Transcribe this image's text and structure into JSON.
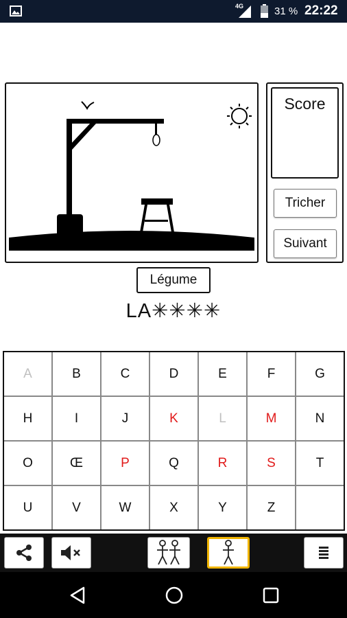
{
  "status_bar": {
    "network": "4G",
    "battery": "31 %",
    "time": "22:22",
    "icons": [
      "image-notification-icon",
      "signal-icon",
      "battery-icon"
    ]
  },
  "game": {
    "score_label": "Score",
    "score_value": "",
    "cheat_label": "Tricher",
    "next_label": "Suivant",
    "category": "Légume",
    "word_display": "LA✳✳✳✳"
  },
  "keyboard": {
    "keys": [
      {
        "letter": "A",
        "state": "used"
      },
      {
        "letter": "B",
        "state": "normal"
      },
      {
        "letter": "C",
        "state": "normal"
      },
      {
        "letter": "D",
        "state": "normal"
      },
      {
        "letter": "E",
        "state": "normal"
      },
      {
        "letter": "F",
        "state": "normal"
      },
      {
        "letter": "G",
        "state": "normal"
      },
      {
        "letter": "H",
        "state": "normal"
      },
      {
        "letter": "I",
        "state": "normal"
      },
      {
        "letter": "J",
        "state": "normal"
      },
      {
        "letter": "K",
        "state": "wrong"
      },
      {
        "letter": "L",
        "state": "used"
      },
      {
        "letter": "M",
        "state": "wrong"
      },
      {
        "letter": "N",
        "state": "normal"
      },
      {
        "letter": "O",
        "state": "normal"
      },
      {
        "letter": "Œ",
        "state": "normal"
      },
      {
        "letter": "P",
        "state": "wrong"
      },
      {
        "letter": "Q",
        "state": "normal"
      },
      {
        "letter": "R",
        "state": "wrong"
      },
      {
        "letter": "S",
        "state": "wrong"
      },
      {
        "letter": "T",
        "state": "normal"
      },
      {
        "letter": "U",
        "state": "normal"
      },
      {
        "letter": "V",
        "state": "normal"
      },
      {
        "letter": "W",
        "state": "normal"
      },
      {
        "letter": "X",
        "state": "normal"
      },
      {
        "letter": "Y",
        "state": "normal"
      },
      {
        "letter": "Z",
        "state": "normal"
      },
      {
        "letter": "",
        "state": "empty"
      }
    ]
  },
  "toolbar": {
    "buttons": [
      {
        "icon": "share-icon"
      },
      {
        "icon": "mute-icon"
      },
      {
        "icon": "two-players-icon"
      },
      {
        "icon": "one-player-icon",
        "active": true
      },
      {
        "icon": "menu-icon"
      }
    ]
  },
  "colors": {
    "wrong_letter": "#e11a1a",
    "used_letter": "#bfbfbf",
    "active_highlight": "#f0b400",
    "status_bar_bg": "#0e1a2e"
  }
}
